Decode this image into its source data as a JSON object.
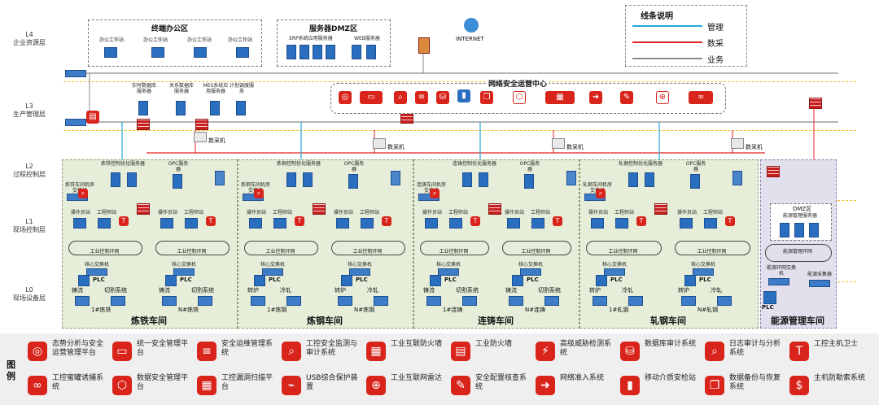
{
  "layers": [
    {
      "id": "L4",
      "name": "L4",
      "desc": "企业资源层"
    },
    {
      "id": "L3",
      "name": "L3",
      "desc": "生产管理层"
    },
    {
      "id": "L2",
      "name": "L2",
      "desc": "过程控制层"
    },
    {
      "id": "L1",
      "name": "L1",
      "desc": "现场控制层"
    },
    {
      "id": "L0",
      "name": "L0",
      "desc": "现场设备层"
    }
  ],
  "office": {
    "title": "终端办公区",
    "stations": [
      "办公工作站",
      "办公工作站",
      "办公工作站",
      "办公工作站"
    ]
  },
  "dmz": {
    "title": "服务器DMZ区",
    "servers": [
      "ERP系统应用服务器",
      "WEB服务器"
    ]
  },
  "internet": "INTERNET",
  "line_legend": {
    "title": "线条说明",
    "items": [
      {
        "label": "管理",
        "color": "#26a7dc"
      },
      {
        "label": "数采",
        "color": "#e02020"
      },
      {
        "label": "业务",
        "color": "#8a8a8a"
      }
    ]
  },
  "soc_title": "网络安全运营中心",
  "l3_servers": [
    "实时数据库服务器",
    "关系数据库服务器",
    "MES系统应用服务器",
    "计划调度服务"
  ],
  "data_collector": "数采机",
  "workshops": [
    {
      "name": "炼铁车间",
      "ctrl": "炼铁控制优化服务器",
      "opc": "OPC服务器",
      "remote": "炼铁车间机房交换机",
      "lines": [
        "1#炼铁",
        "N#炼铁"
      ],
      "eq": [
        "铸流",
        "切割系统",
        "铸流",
        "切割系统"
      ]
    },
    {
      "name": "炼钢车间",
      "ctrl": "炼钢控制优化服务器",
      "opc": "OPC服务器",
      "remote": "炼钢车间机房交换机",
      "lines": [
        "1#炼钢",
        "N#炼钢"
      ],
      "eq": [
        "转炉",
        "冷轧",
        "转炉",
        "冷轧"
      ]
    },
    {
      "name": "连铸车间",
      "ctrl": "连铸控制优化服务器",
      "opc": "OPC服务器",
      "remote": "连铸车间机房交换机",
      "lines": [
        "1#连铸",
        "N#连铸"
      ],
      "eq": [
        "铸流",
        "切割系统",
        "铸流",
        "切割系统"
      ]
    },
    {
      "name": "轧钢车间",
      "ctrl": "轧钢控制优化服务器",
      "opc": "OPC服务器",
      "remote": "轧钢车间机房交换机",
      "lines": [
        "1#轧钢",
        "N#轧钢"
      ],
      "eq": [
        "转炉",
        "冷轧",
        "转炉",
        "冷轧"
      ]
    }
  ],
  "energy": {
    "name": "能源管理车间",
    "dmz": "DMZ区",
    "dmz_sub": "能源管理服务器",
    "ring": "能源管理环网",
    "sw": "能源环网交换机",
    "collector": "能源采集器",
    "plc": "PLC"
  },
  "cell_labels": {
    "op": "操作员站",
    "eng": "工程师站",
    "ring": "工业控制环网",
    "sw": "核心交换机",
    "plc": "PLC"
  },
  "legend_title": "图例",
  "legend": [
    {
      "icon": "situation-awareness-icon",
      "text": "态势分析与安全运营管理平台"
    },
    {
      "icon": "unified-security-platform-icon",
      "text": "统一安全管理平台"
    },
    {
      "icon": "security-ops-icon",
      "text": "安全运维管理系统"
    },
    {
      "icon": "ics-monitor-icon",
      "text": "工控安全监测与审计系统"
    },
    {
      "icon": "industrial-firewall-icon",
      "text": "工业互联防火墙"
    },
    {
      "icon": "industrial-firewall2-icon",
      "text": "工业防火墙"
    },
    {
      "icon": "threat-detection-icon",
      "text": "高级威胁检测系统"
    },
    {
      "icon": "db-audit-icon",
      "text": "数据库审计系统"
    },
    {
      "icon": "log-audit-icon",
      "text": "日志审计与分析系统"
    },
    {
      "icon": "host-guard-icon",
      "text": "工控主机卫士"
    },
    {
      "icon": "honeypot-icon",
      "text": "工控蜜罐诱捕系统"
    },
    {
      "icon": "data-security-icon",
      "text": "数据安全管理平台"
    },
    {
      "icon": "vuln-scan-icon",
      "text": "工控漏洞扫描平台"
    },
    {
      "icon": "usb-protect-icon",
      "text": "USB综合保护装置"
    },
    {
      "icon": "radar-icon",
      "text": "工业互联网雷达"
    },
    {
      "icon": "config-check-icon",
      "text": "安全配置核查系统"
    },
    {
      "icon": "network-access-icon",
      "text": "网络准入系统"
    },
    {
      "icon": "media-check-icon",
      "text": "移动介质安检站"
    },
    {
      "icon": "backup-icon",
      "text": "数据备份与恢复系统"
    },
    {
      "icon": "host-defense-icon",
      "text": "主机防勒索系统"
    }
  ]
}
